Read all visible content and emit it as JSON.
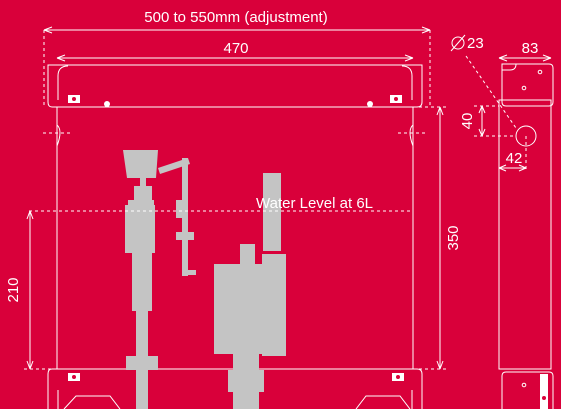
{
  "colors": {
    "background": "#d9003a",
    "line": "#ffffff",
    "fittings": "#c9c9c9"
  },
  "front_view": {
    "adjustment_label": "500 to 550mm (adjustment)",
    "width_label": "470",
    "height_label": "350",
    "water_level_height_label": "210",
    "water_level_label": "Water Level at 6L"
  },
  "side_view": {
    "hole_diameter_label": "23",
    "depth_label": "83",
    "hole_offset_vertical_label": "40",
    "hole_offset_horizontal_label": "42"
  }
}
